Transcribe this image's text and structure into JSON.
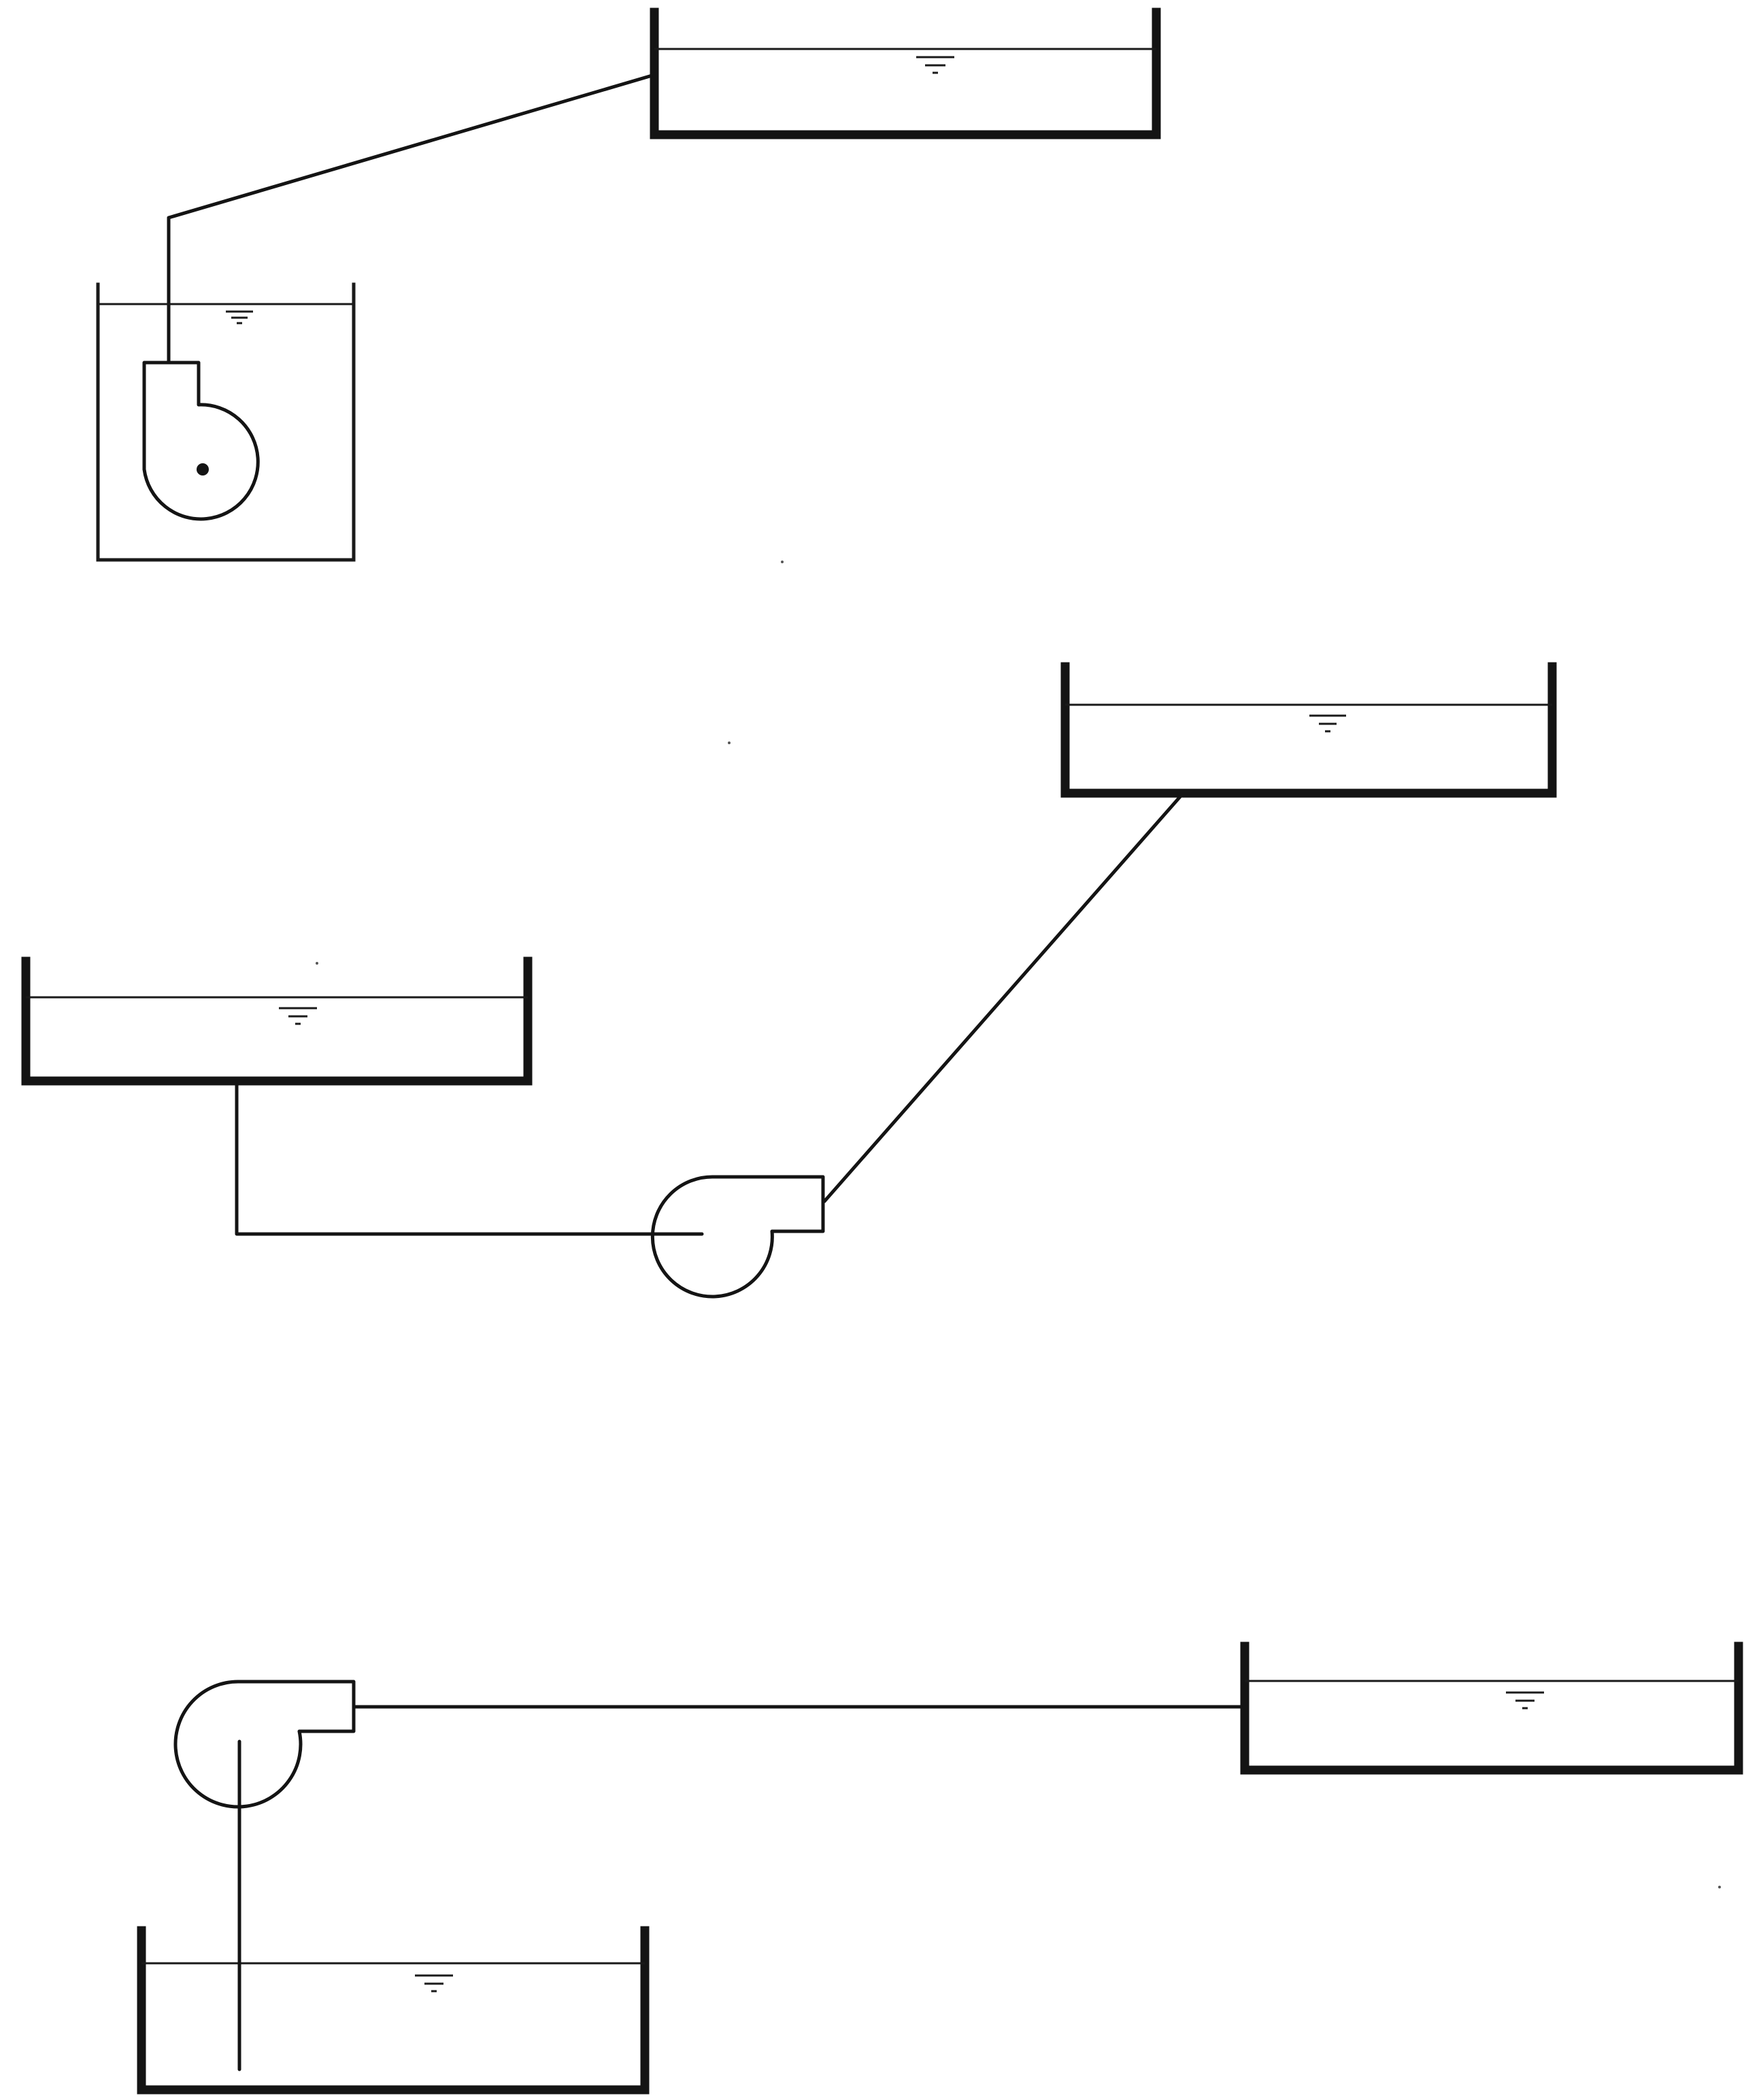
{
  "diagram": {
    "description_kind": "pump-tank-piping-schematics",
    "systems": [
      {
        "id": "system-1",
        "components": [
          "submerged-pump",
          "suction-tank",
          "discharge-tank",
          "pipe"
        ]
      },
      {
        "id": "system-2",
        "components": [
          "suction-tank",
          "pump",
          "discharge-tank",
          "pipe"
        ]
      },
      {
        "id": "system-3",
        "components": [
          "suction-tank",
          "pump",
          "discharge-tank",
          "pipe"
        ]
      }
    ],
    "colors": {
      "line": "#141414",
      "background": "#ffffff"
    }
  }
}
